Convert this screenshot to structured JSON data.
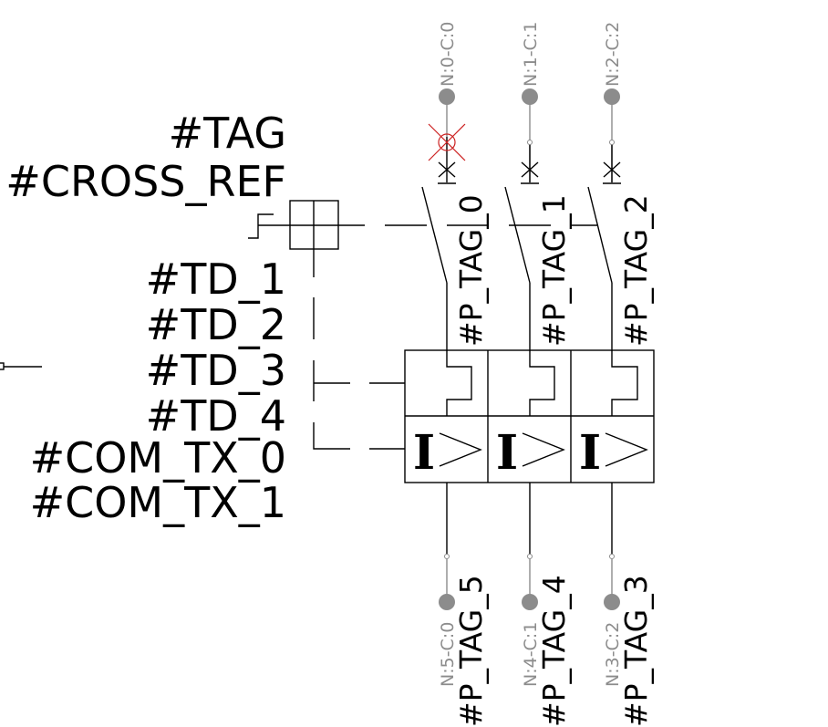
{
  "symbol": {
    "attribute_labels": [
      "#TAG",
      "#CROSS_REF",
      "#TD_1",
      "#TD_2",
      "#TD_3",
      "#TD_4",
      "#COM_TX_0",
      "#COM_TX_1"
    ],
    "top_pin_tags": [
      "#P_TAG_0",
      "#P_TAG_1",
      "#P_TAG_2"
    ],
    "bottom_pin_tags": [
      "#P_TAG_5",
      "#P_TAG_4",
      "#P_TAG_3"
    ],
    "top_nodes": [
      "N:0-C:0",
      "N:1-C:1",
      "N:2-C:2"
    ],
    "bottom_nodes": [
      "N:5-C:0",
      "N:4-C:1",
      "N:3-C:2"
    ],
    "trip_glyph": "I",
    "colors": {
      "node": "#8c8c8c",
      "error_marker": "#cc2222",
      "line": "#000000"
    }
  }
}
